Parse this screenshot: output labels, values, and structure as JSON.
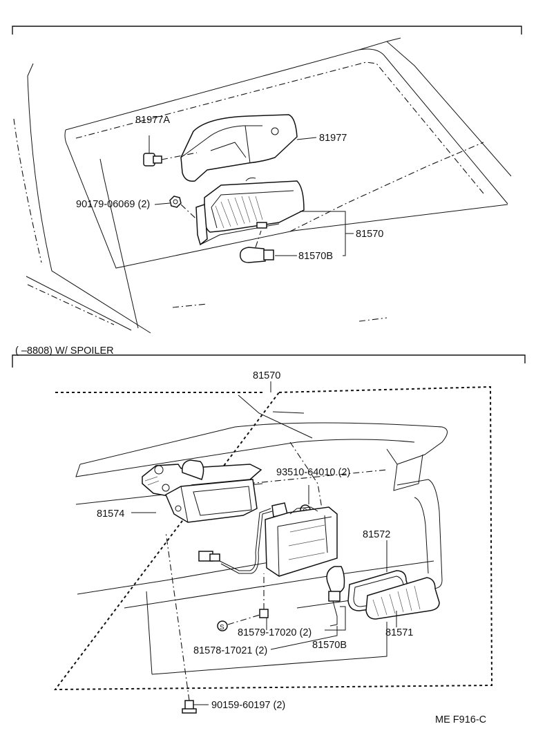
{
  "top_section": {
    "labels": {
      "trim_cover": "81977",
      "clip": "81977A",
      "nut": "90179-06069 (2)",
      "lamp_assy": "81570",
      "bulb": "81570B"
    }
  },
  "bottom_section": {
    "header": "(       –8808) W/ SPOILER",
    "labels": {
      "lamp_assy": "81570",
      "housing": "81574",
      "screw_top": "93510-64010 (2)",
      "lens_gasket": "81572",
      "lens": "81571",
      "nut": "81579-17020 (2)",
      "washer": "81578-17021 (2)",
      "bulb": "81570B",
      "bolt": "90159-60197 (2)"
    }
  },
  "footer": {
    "code": "ME  F916-C"
  }
}
